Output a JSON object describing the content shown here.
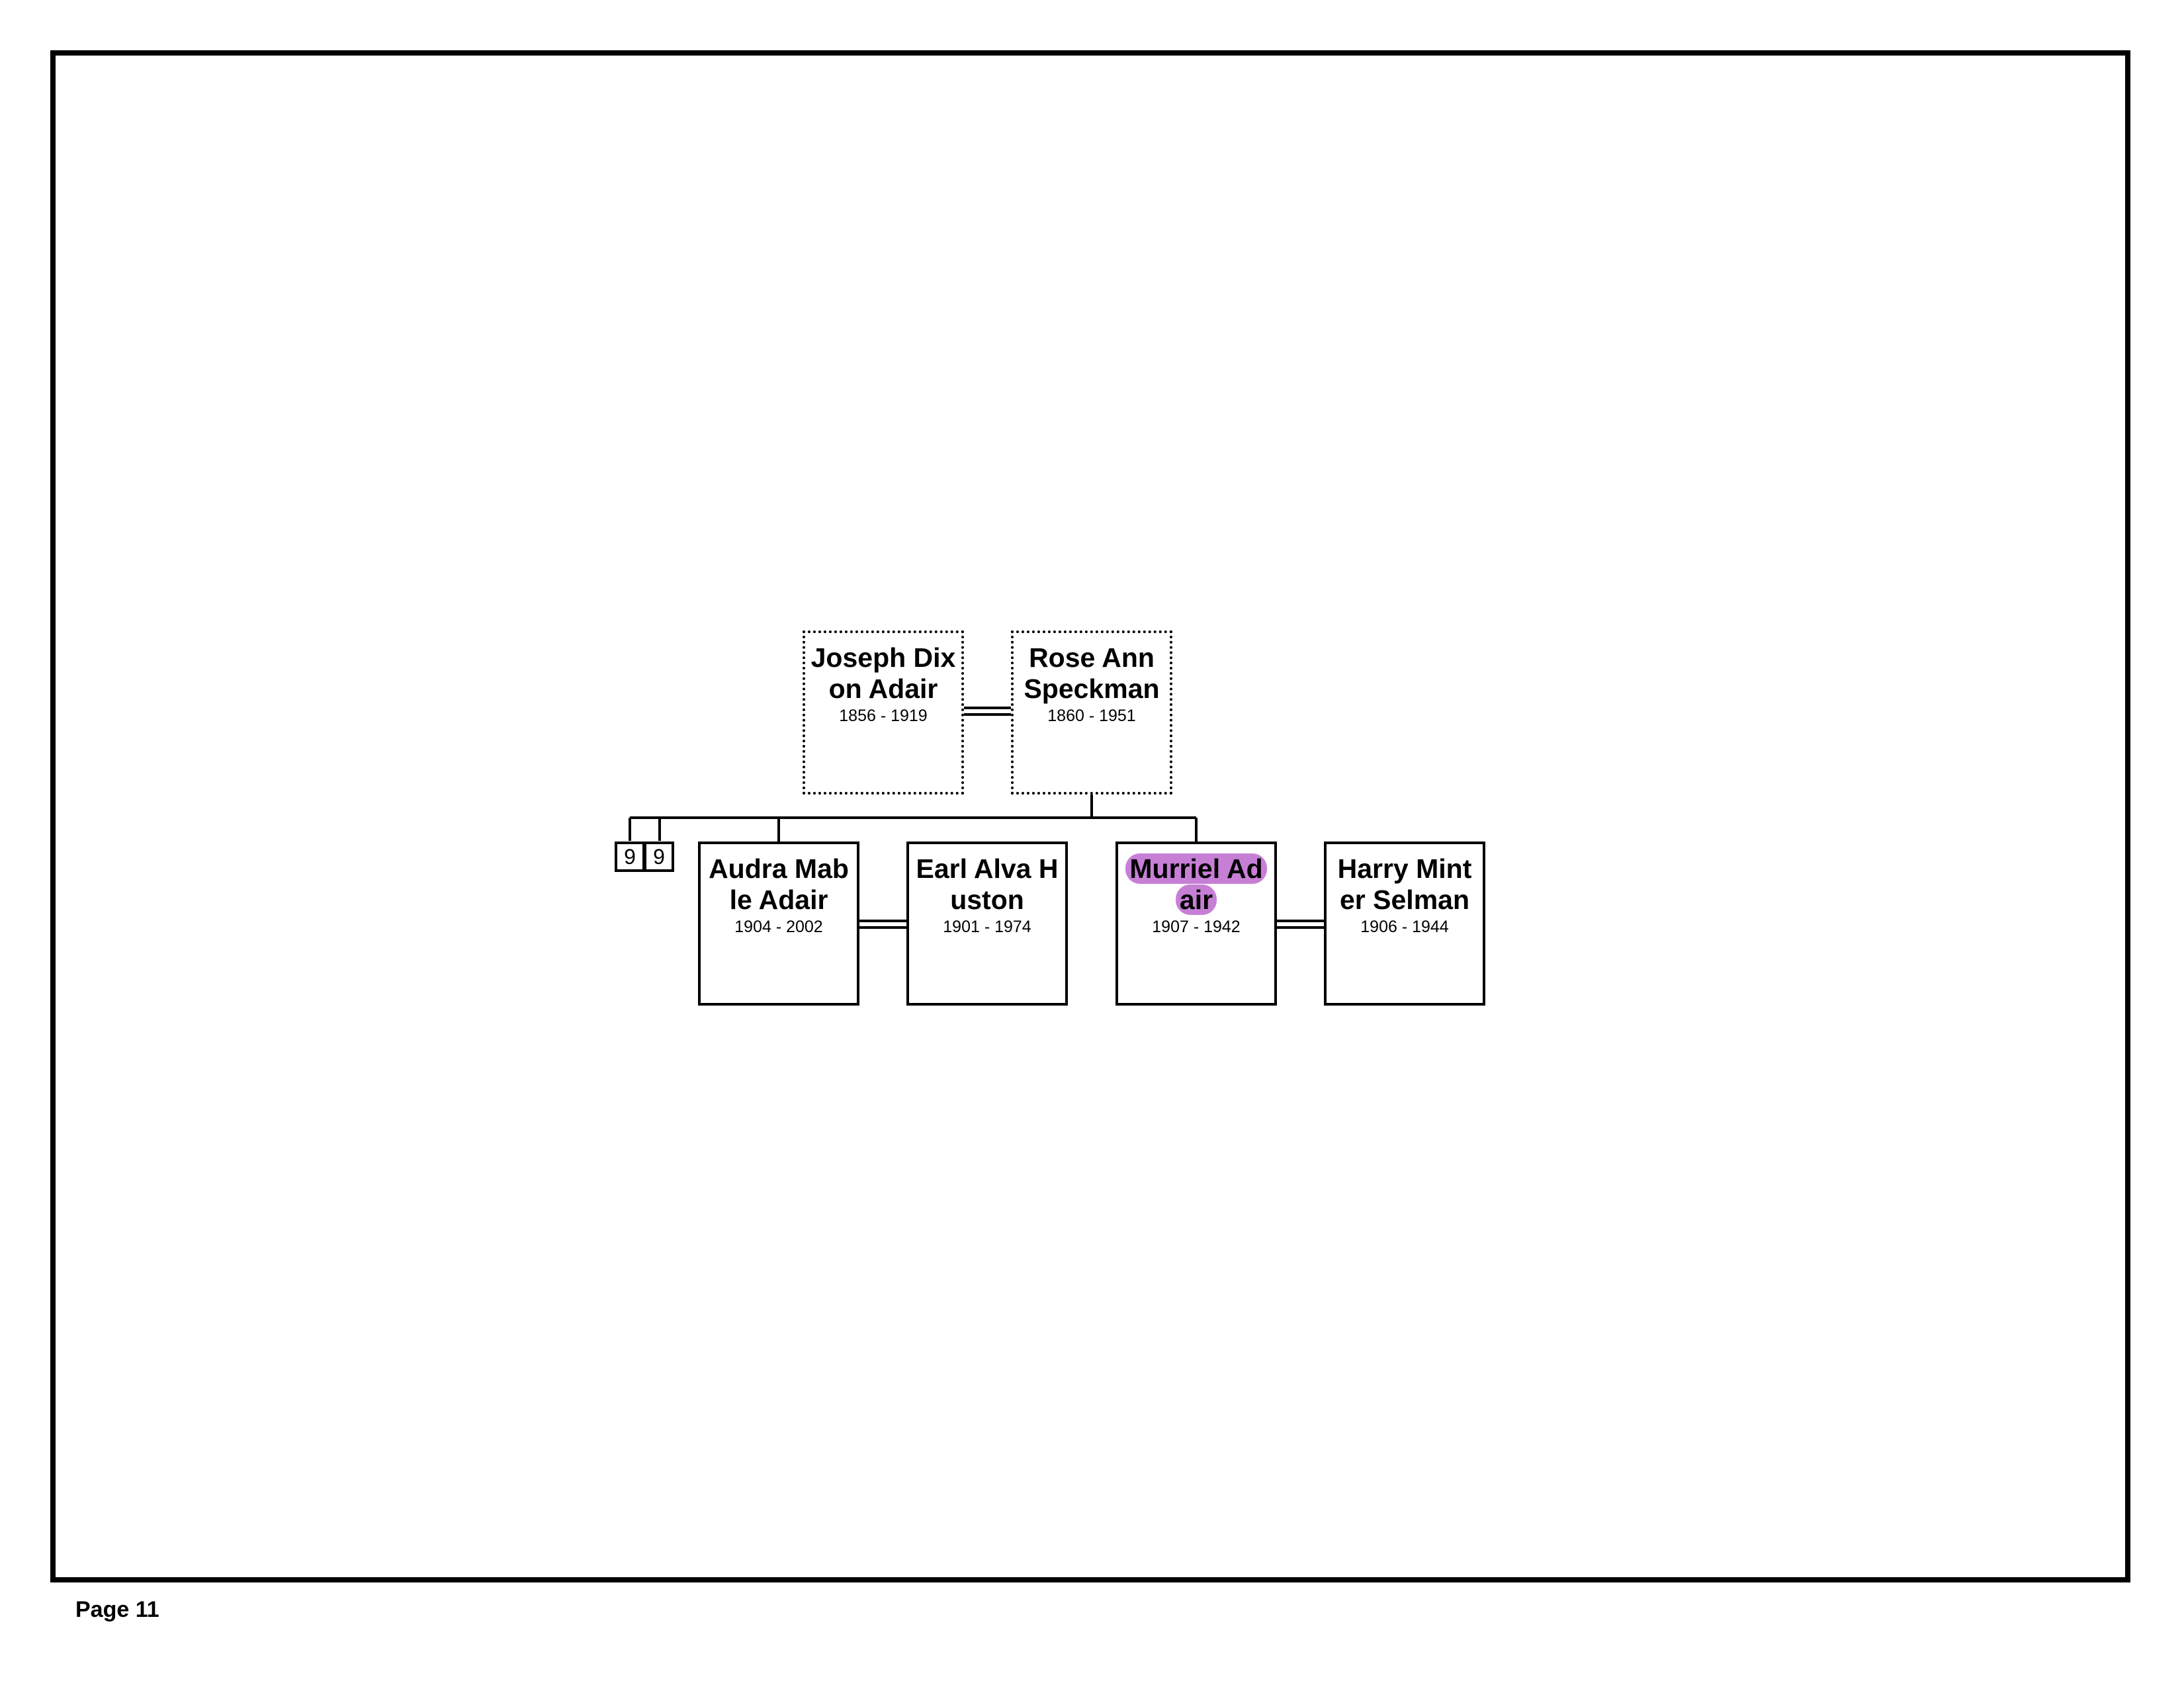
{
  "footer": {
    "page_label": "Page 11"
  },
  "parents": [
    {
      "name": "Joseph Dixon Adair",
      "years": "1856 - 1919"
    },
    {
      "name": "Rose Ann Speckman",
      "years": "1860 - 1951"
    }
  ],
  "children": [
    {
      "name": "Audra Mable Adair",
      "years": "1904 - 2002"
    },
    {
      "name": "Earl Alva Huston",
      "years": "1901 - 1974"
    },
    {
      "name": "Murriel Adair",
      "years": "1907 - 1942"
    },
    {
      "name": "Harry Minter Selman",
      "years": "1906 - 1944"
    }
  ],
  "more_boxes": [
    "9",
    "9"
  ],
  "colors": {
    "highlight": "#c77fd6",
    "line": "#000000"
  }
}
